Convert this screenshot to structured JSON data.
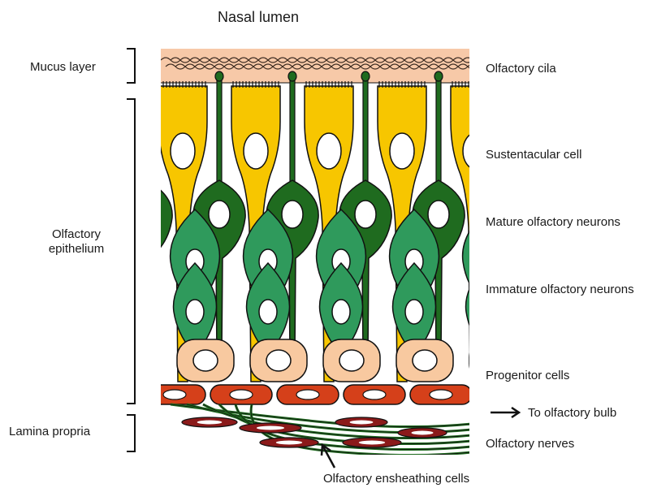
{
  "title": "Nasal lumen",
  "left_labels": {
    "mucus": "Mucus layer",
    "epithelium_line1": "Olfactory",
    "epithelium_line2": "epithelium",
    "lamina": "Lamina propria"
  },
  "right_labels": {
    "cilia": "Olfactory cila",
    "sustentacular": "Sustentacular cell",
    "mature": "Mature olfactory neurons",
    "immature": "Immature olfactory neurons",
    "progenitor": "Progenitor cells",
    "bulb": "To olfactory bulb",
    "nerves": "Olfactory nerves"
  },
  "bottom_label": "Olfactory ensheathing cells",
  "colors": {
    "mucus": "#f7c9a8",
    "sustentacular": "#f7c600",
    "mature_neuron": "#1f6b1f",
    "immature_neuron": "#2f9a5c",
    "progenitor": "#f8c9a0",
    "basal": "#d5401a",
    "ensheathing": "#8b1a1a",
    "outline": "#111111"
  }
}
